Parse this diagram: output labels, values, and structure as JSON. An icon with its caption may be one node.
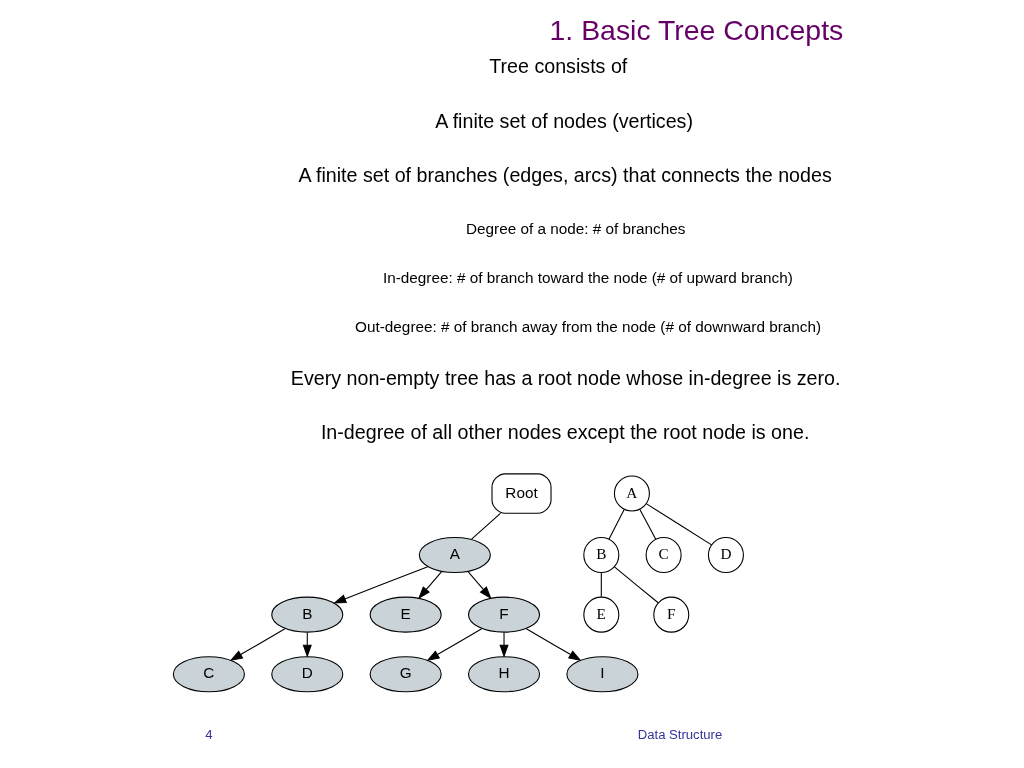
{
  "diagram": {
    "title": "1. Basic Tree Concepts",
    "nodes": [
      {
        "text": [
          "Root"
        ]
      },
      {
        "text": [
          "A"
        ]
      },
      {
        "text": [
          "B"
        ]
      },
      {
        "text": [
          "E"
        ]
      },
      {
        "text": [
          "F"
        ]
      },
      {
        "text": [
          "C"
        ]
      },
      {
        "text": [
          "D"
        ]
      },
      {
        "text": [
          "G"
        ]
      },
      {
        "text": [
          "H"
        ]
      },
      {
        "text": [
          "I"
        ]
      },
      {
        "text": [
          "A"
        ]
      },
      {
        "text": [
          "B"
        ]
      },
      {
        "text": [
          "C"
        ]
      },
      {
        "text": [
          "D"
        ]
      },
      {
        "text": [
          "E"
        ]
      },
      {
        "text": [
          "F"
        ]
      }
    ],
    "edges": [
      {
        "from": 0,
        "to": 1,
        "arrow": "none"
      },
      {
        "from": 1,
        "to": 2,
        "arrow": "to"
      },
      {
        "from": 1,
        "to": 3,
        "arrow": "to"
      },
      {
        "from": 1,
        "to": 4,
        "arrow": "to"
      },
      {
        "from": 2,
        "to": 5,
        "arrow": "to"
      },
      {
        "from": 2,
        "to": 6,
        "arrow": "to"
      },
      {
        "from": 4,
        "to": 7,
        "arrow": "to"
      },
      {
        "from": 4,
        "to": 8,
        "arrow": "to"
      },
      {
        "from": 4,
        "to": 9,
        "arrow": "to"
      },
      {
        "from": 10,
        "to": 11,
        "arrow": "none"
      },
      {
        "from": 10,
        "to": 12,
        "arrow": "none"
      },
      {
        "from": 10,
        "to": 13,
        "arrow": "none"
      },
      {
        "from": 11,
        "to": 14,
        "arrow": "none"
      },
      {
        "from": 11,
        "to": 15,
        "arrow": "none"
      }
    ],
    "labels": [
      "Tree consists of",
      "A finite set of nodes (vertices)",
      "A finite set of branches (edges, arcs) that connects the nodes",
      "Degree of a node: # of branches",
      "In-degree: # of branch toward the node (# of upward branch)",
      "Out-degree: # of branch away from the node (# of downward branch)",
      "Every non-empty tree has a root node whose in-degree is zero.",
      "In-degree of all other nodes except the root node is one.",
      "4",
      "Data Structure"
    ]
  }
}
